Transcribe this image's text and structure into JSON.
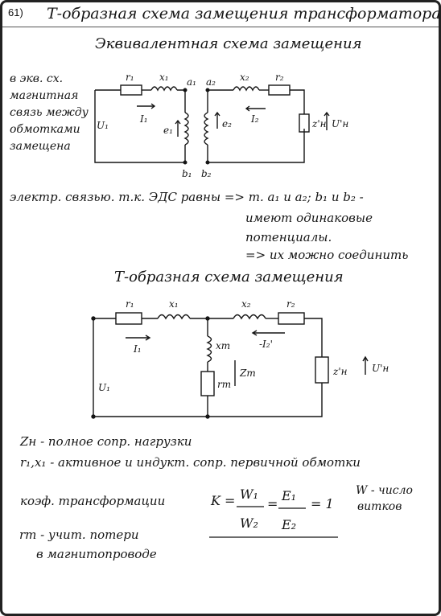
{
  "page_number": "61)",
  "title": "Т-образная схема замещения трансформатора",
  "subtitle": "Эквивалентная схема замещения",
  "side_note": "в экв. сх. магнитная связь между обмотками замещена",
  "text_line1": "электр. связью. т.к. ЭДС равны => т. a₁ и a₂; b₁ и b₂ -",
  "text_line2": "имеют одинаковые",
  "text_line3": "потенциалы.",
  "text_line4": "=> их можно соединить",
  "t_scheme_title": "Т-образная схема замещения",
  "diagram1": {
    "r1": "r₁",
    "x1": "x₁",
    "a1": "a₁",
    "a2": "a₂",
    "x2": "x₂",
    "r2": "r₂",
    "I1": "I₁",
    "I2": "I₂",
    "U1": "U₁",
    "e1": "e₁",
    "e2": "e₂",
    "b1": "b₁",
    "b2": "b₂",
    "Zn": "z'н",
    "Un": "U'н"
  },
  "diagram2": {
    "r1": "r₁",
    "x1": "x₁",
    "x2": "x₂",
    "r2": "r₂",
    "I1": "I₁",
    "I2": "-I₂'",
    "U1": "U₁",
    "xm": "xm",
    "rm": "rm",
    "zm": "Zm",
    "Zn": "z'н",
    "Un": "U'н"
  },
  "def_zn": "Zн - полное сопр. нагрузки",
  "def_r1x1": "r₁,x₁ - активное и индукт. сопр. первичной обмотки",
  "def_k": "коэф. трансформации",
  "formula": {
    "k": "K =",
    "w1": "W₁",
    "w2": "W₂",
    "eq": "=",
    "e1": "E₁",
    "e2": "E₂",
    "one": "= 1"
  },
  "w_note1": "W - число",
  "w_note2": "витков",
  "def_rm1": "rm - учит. потери",
  "def_rm2": "в магнитопроводе"
}
